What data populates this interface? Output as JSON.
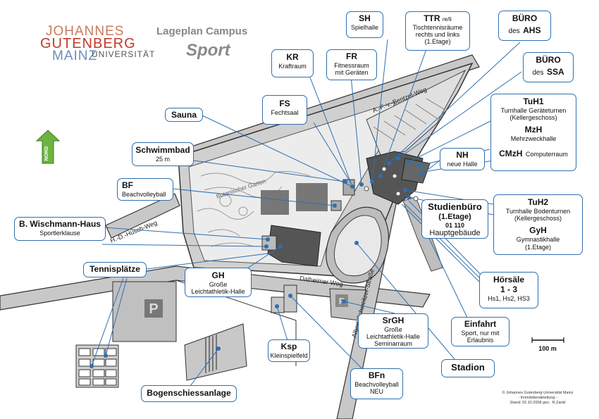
{
  "logo": {
    "line1": "JOHANNES",
    "line2": "GUTENBERG",
    "line3a": "MAINZ",
    "line3b": "UNIVERSITÄT"
  },
  "title": {
    "main": "Lageplan Campus",
    "sub": "Sport"
  },
  "north": "NORD",
  "streets": {
    "bentzel": "A.-F.-v.-Bentzel-Weg",
    "husch": "H.-D.-Hüsch-Weg",
    "dalheimer": "Dalheimer Weg",
    "schweitzer": "Albert-Schweitzer-Straße",
    "garten": "Botanischer Garten"
  },
  "parking": "P",
  "labels": {
    "sh": {
      "t": "SH",
      "s": "Spielhalle"
    },
    "ttr": {
      "t": "TTR",
      "r": "re/li",
      "s": [
        "Tischtennisräume",
        "rechts und links",
        "(1.Etage)"
      ]
    },
    "ahs": {
      "t": "BÜRO",
      "s": "des",
      "b": "AHS"
    },
    "ssa": {
      "t": "BÜRO",
      "s": "des",
      "b": "SSA"
    },
    "kr": {
      "t": "KR",
      "s": "Kraftraum"
    },
    "fr": {
      "t": "FR",
      "s": [
        "Fitnessraum",
        "mit Geräten"
      ]
    },
    "fs": {
      "t": "FS",
      "s": "Fechtsaal"
    },
    "sauna": {
      "t": "Sauna"
    },
    "schwimmbad": {
      "t": "Schwimmbad",
      "s": "25 m"
    },
    "bf": {
      "t": "BF",
      "s": "Beachvolleyball"
    },
    "wischmann": {
      "t": "B. Wischmann-Haus",
      "s": "Sportlerklause"
    },
    "tennis": {
      "t": "Tennisplätze"
    },
    "gh": {
      "t": "GH",
      "s": [
        "Große",
        "Leichtathletik-Halle"
      ]
    },
    "tuh1": {
      "t": "TuH1",
      "s": [
        "Turnhalle Geräteturnen",
        "(Kellergeschoss)"
      ],
      "t2": "MzH",
      "s2": "Mehrzweckhalle",
      "t3": "CMzH",
      "s3": "Computerraum"
    },
    "nh": {
      "t": "NH",
      "s": "neue Halle"
    },
    "studien": {
      "t": "Studienbüro",
      "s": [
        "(1.Etage)",
        "01 110"
      ],
      "b": "Hauptgebäude"
    },
    "tuh2": {
      "t": "TuH2",
      "s": [
        "Turnhalle Bodenturnen",
        "(Kellergeschoss)"
      ],
      "t2": "GyH",
      "s2": [
        "Gymnastikhalle",
        "(1.Etage)"
      ]
    },
    "hoersaele": {
      "t": "Hörsäle",
      "t2": "1 - 3",
      "s": "Hs1, Hs2, HS3"
    },
    "einfahrt": {
      "t": "Einfahrt",
      "s": [
        "Sport, nur mit",
        "Erlaubnis"
      ]
    },
    "srgh": {
      "t": "SrGH",
      "s": [
        "Große",
        "Leichtathletik-Halle",
        "Seminarraum"
      ]
    },
    "ksp": {
      "t": "Ksp",
      "s": "Kleinspielfeld"
    },
    "bfn": {
      "t": "BFn",
      "s": [
        "Beachvolleyball",
        "NEU"
      ]
    },
    "stadion": {
      "t": "Stadion"
    },
    "bogen": {
      "t": "Bogenschiessanlage"
    }
  },
  "scale": "100 m",
  "footer": [
    "© Johannes Gutenberg-Universität Mainz",
    "- Immobilienabteilung -",
    "Stand: 02.10.2008 gez.: R.Zankl"
  ]
}
